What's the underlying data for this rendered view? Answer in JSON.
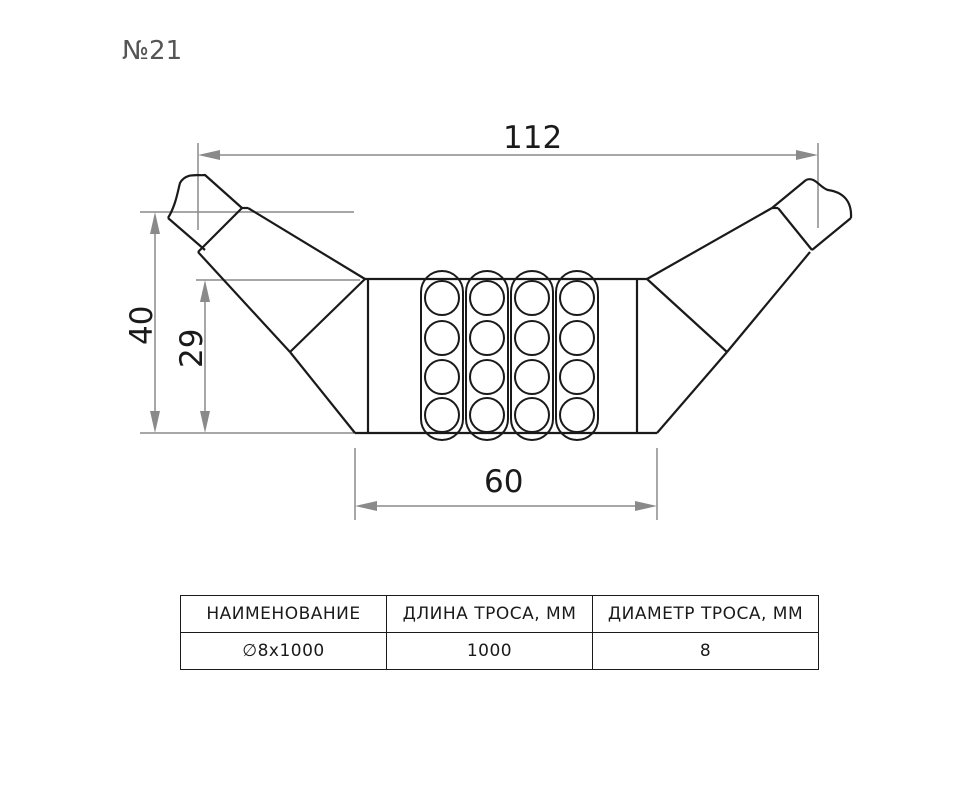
{
  "product": {
    "number_label": "№21"
  },
  "dimensions": {
    "overall_width": "112",
    "base_width": "60",
    "overall_height": "40",
    "inner_height": "29"
  },
  "spec_table": {
    "headers": [
      "НАИМЕНОВАНИЕ",
      "ДЛИНА ТРОСА, ММ",
      "ДИАМЕТР ТРОСА, ММ"
    ],
    "rows": [
      [
        "∅8x1000",
        "1000",
        "8"
      ]
    ]
  }
}
